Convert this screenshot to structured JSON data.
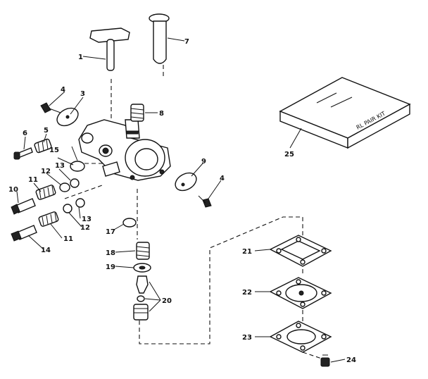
{
  "diagram": {
    "kit_text": "RL PAIR KIT",
    "labels": [
      "1",
      "3",
      "4",
      "4",
      "5",
      "6",
      "7",
      "8",
      "9",
      "10",
      "11",
      "11",
      "12",
      "12",
      "13",
      "13",
      "14",
      "15",
      "17",
      "18",
      "19",
      "20",
      "21",
      "22",
      "23",
      "24",
      "25"
    ]
  }
}
